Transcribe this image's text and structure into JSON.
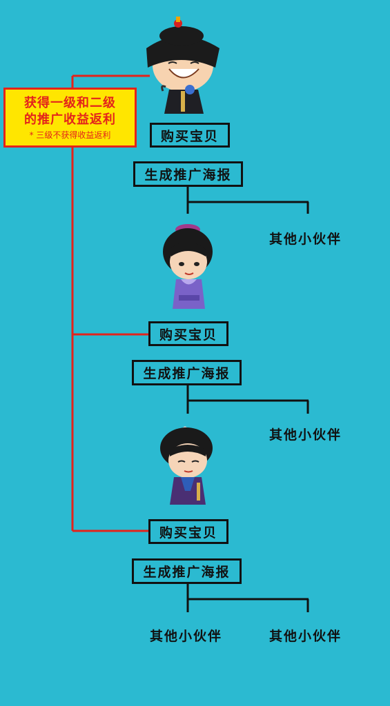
{
  "callout": {
    "line1": "获得一级和二级",
    "line2": "的推广收益返利",
    "note": "三级不获得收益返利",
    "note_mark": "*"
  },
  "levels": [
    {
      "buy": "购买宝贝",
      "poster": "生成推广海报",
      "partners": [
        "其他小伙伴"
      ]
    },
    {
      "buy": "购买宝贝",
      "poster": "生成推广海报",
      "partners": [
        "其他小伙伴"
      ]
    },
    {
      "buy": "购买宝贝",
      "poster": "生成推广海报",
      "partners": [
        "其他小伙伴",
        "其他小伙伴"
      ]
    }
  ],
  "characters": [
    "official-boy",
    "qing-girl",
    "qing-lady"
  ],
  "colors": {
    "background": "#2bbad1",
    "callout_fill": "#ffe600",
    "callout_text": "#e3231b",
    "connector_red": "#e3231b",
    "connector_black": "#111111"
  }
}
